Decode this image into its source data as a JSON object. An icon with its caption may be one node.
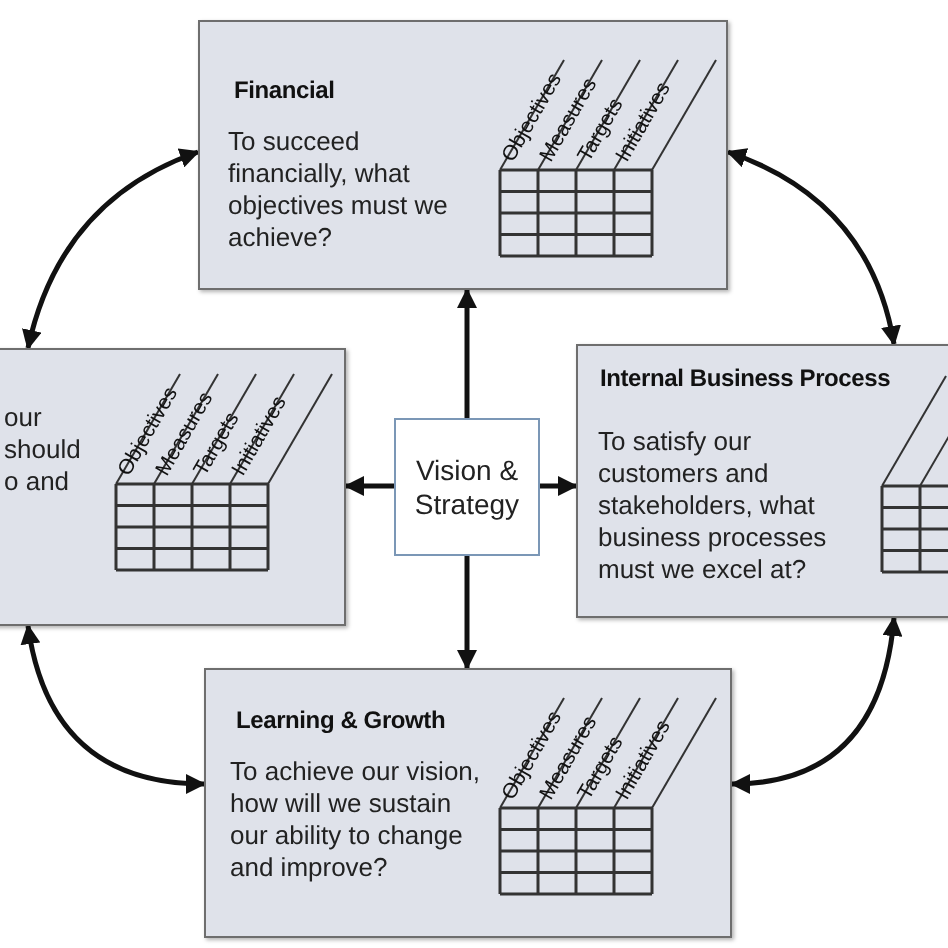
{
  "diagram": {
    "nodes": [
      {
        "text": [
          "Financial",
          "To succeed financially, what objectives must we achieve?",
          "Objectives",
          "Measures",
          "Targets",
          "Initiatives"
        ]
      },
      {
        "text": [
          "our should o and",
          "Objectives",
          "Measures",
          "Targets",
          "Initiatives"
        ]
      },
      {
        "text": [
          "Vision & Strategy"
        ]
      },
      {
        "text": [
          "Internal Business Process",
          "To satisfy our customers and stakeholders, what business processes must we excel at?"
        ]
      },
      {
        "text": [
          "Learning & Growth",
          "To achieve our vision, how will we sustain our ability to change and improve?",
          "Objectives",
          "Measures",
          "Targets",
          "Initiatives"
        ]
      }
    ],
    "edges": [
      {
        "from": 0,
        "to": 1,
        "arrow": "both"
      },
      {
        "from": 0,
        "to": 3,
        "arrow": "both"
      },
      {
        "from": 1,
        "to": 4,
        "arrow": "both"
      },
      {
        "from": 3,
        "to": 4,
        "arrow": "both"
      },
      {
        "from": 2,
        "to": 0,
        "arrow": "to"
      },
      {
        "from": 2,
        "to": 1,
        "arrow": "to"
      },
      {
        "from": 2,
        "to": 3,
        "arrow": "to"
      },
      {
        "from": 2,
        "to": 4,
        "arrow": "to"
      }
    ]
  }
}
